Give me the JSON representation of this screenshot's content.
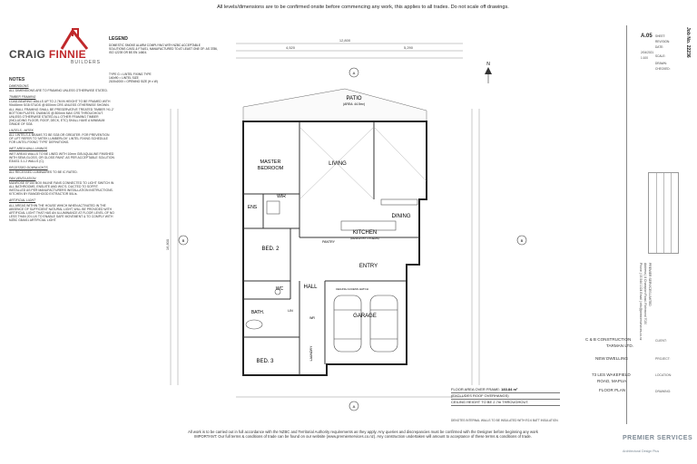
{
  "header": {
    "warning": "All levels/dimensions are to be confirmed onsite before commencing any work, this applies to all trades. Do not scale off drawings."
  },
  "brand": {
    "name_part1": "CRAIG",
    "name_part2": "FINNIE",
    "tagline": "BUILDERS"
  },
  "legend": {
    "title": "LEGEND",
    "smoke_alarm": "DOMESTIC SMOKE ALARM COMPLYING WITH NZBC ACCEPTABLE SOLUTIONS C/AS1 & F7/AS1, MANUFACTURED TO AT LEAST ONE OF: AS 3786, ISO 12239 OR BS EN 14604.",
    "types": [
      "TYPE G = LINTEL FIXING TYPE",
      "140x90 = LINTEL SIZE",
      "2100x2000 = OPENING SIZE (H x W)"
    ]
  },
  "notes": {
    "title": "NOTES",
    "sections": [
      {
        "heading": "DIMENSIONS",
        "text": "ALL DIMENSIONS ARE TO FRAMING UNLESS OTHERWISE STATED."
      },
      {
        "heading": "TIMBER FRAMING",
        "text": "LOAD-BEARING WALLS UP TO 2.7M IN HEIGHT TO BE FRAMED WITH 90x45mm SG8 STUDS @ 600mm CRS UNLESS OTHERWISE SHOWN. ALL WALL FRAMING SHALL BE PRESERVATIVE TREATED TIMBER 'H1.2' BOTTOM PLATES. DWANGS @ 800mm MAX CRS THROUGHOUT. UNLESS OTHERWISE STATED ALL OTHER FRAMING TIMBER (INCLUDING FLOOR, ROOF, DECK, ETC) SHALL HAVE A MINIMUM GRADE OF SG8."
      },
      {
        "heading": "LINTELS : MITEK",
        "text": "ALL LINTELS & BEAMS TO BE SG8 OR GREATER. FOR PREVENTION OF LIFT REFER TO 'MITEK LUMBERLOK' LINTEL FIXING SCHEDULE FOR LINTEL FIXING 'TYPE' DEFINITIONS."
      },
      {
        "heading": "WET AREA WALL LININGS",
        "text": "WET AREAS WALLS TO BE LINED WITH 10mm GIB AQUALINE FINISHED WITH SEMI-GLOSS, OR GLOSS PAINT. AS PER ACCEPTABLE SOLUTION E3/AS1 3.1.2 WALLS (C)."
      },
      {
        "heading": "RECESSED DOWNLIGHTS",
        "text": "ALL RECESSED LUMINAIRES TO BE IC RATED."
      },
      {
        "heading": "FAN VENTILATION",
        "text": "MANROSE EF150 BOX INLINE FANS CONNECTED TO LIGHT SWITCH IN ALL BATHROOMS, ENSUITE AND W/C'S. DUCTED TO SOFFIT. INSTALLED AS PER MANUFACTURERS INSTALLATION INSTRUCTIONS. KITCHEN BY RANGEHOOD EXTRACTOR 50L/s."
      },
      {
        "heading": "ARTIFICIAL LIGHT",
        "text": "ALL AREAS WITHIN THE HOUSE WHICH WHEN ACTIVATED IN THE ABSENCE OF SUFFICIENT NATURAL LIGHT, WILL BE PROVIDED WITH ARTIFICIAL LIGHT THAT HAS AN ILLUMINANCE AT FLOOR LEVEL OF NO LESS THAN 20 LUX TO ENABLE SAFE MOVEMENT & TO COMPLY WITH NZBC G8/AS1 ARTIFICIAL LIGHT."
      }
    ]
  },
  "plan": {
    "rooms": {
      "patio": "PATIO",
      "patio_area": "(AREA: 44.5m²)",
      "master": "MASTER",
      "bedroom": "BEDROOM",
      "living": "LIVING",
      "ens": "ENS",
      "wir": "WIR",
      "dining": "DINING",
      "kitchen": "KITCHEN",
      "kitchen_note": "(DESIGN BY OTHERS)",
      "pantry": "PANTRY",
      "bed2": "BED. 2",
      "wc": "WC",
      "hall": "HALL",
      "bath": "BATH.",
      "entry": "ENTRY",
      "garage": "GARAGE",
      "bed3": "BED. 3",
      "laundry": "LAUNDRY",
      "wr": "WR",
      "lin": "LIN",
      "ceiling_access": "CEILING ACCESS HATCH"
    },
    "dims": {
      "overall_top": "12,800",
      "overall_left": "16,800",
      "top_a": "4,520",
      "top_b": "5,290"
    },
    "section_marks": [
      "A",
      "A",
      "B",
      "B"
    ],
    "north": "N"
  },
  "area_info": {
    "floor_area_label": "FLOOR AREA OVER FRAME:",
    "floor_area_value": "183.84 m²",
    "excludes": "(EXCLUDES ROOF OVERHANGS)",
    "ceiling_height": "CEILING HEIGHT TO BE 2.7m THROUGHOUT.",
    "insulation": "DENOTES INTERNAL WALLS TO BE INSULATED WITH R2.6 BATT INSULATION."
  },
  "titleblock": {
    "sheet": "A.05",
    "sheet_label": "SHEET:",
    "revision_label": "REVISION:",
    "date_label": "DATE:",
    "date_value": "2/04/2021",
    "scale_label": "SCALE:",
    "scale_value": "1:100",
    "drawn_label": "DRAWN:",
    "checked_label": "CHECKED:",
    "job_no": "Job No. 22236",
    "company_vertical": "PREMIER SERVICES LIMITED",
    "address_vertical": "Address | 8 Champion Road, Richmond 7020",
    "phone_vertical": "Phone | 03 544 1024  Email | info@premierservices.co.nz",
    "client": "C & B CONSTRUCTION",
    "client_sub": "TARMAN LTD.",
    "client_label": "CLIENT:",
    "project": "NEW DWELLING",
    "project_label": "PROJECT:",
    "location": "73 LES WAKEFIELD",
    "location2": "ROAD, MAPUA",
    "location_label": "LOCATION:",
    "drawing": "FLOOR PLAN",
    "drawing_label": "DRAWING:"
  },
  "footer": {
    "line1": "All work is to be carried out in full accordance with the NZBC and Territorial Authority requirements as they apply. Any queries and discrepancies must be confirmed with the Designer before beginning any work",
    "line2": "IMPORTANT: Our full terms & conditions of trade can be found on our website (www.premierservices.co.nz). Any construction undertaken will amount to acceptance of these terms & conditions of trade.",
    "premier": "PREMIER SERVICES",
    "premier_sub": "Architectural Design Plus"
  }
}
